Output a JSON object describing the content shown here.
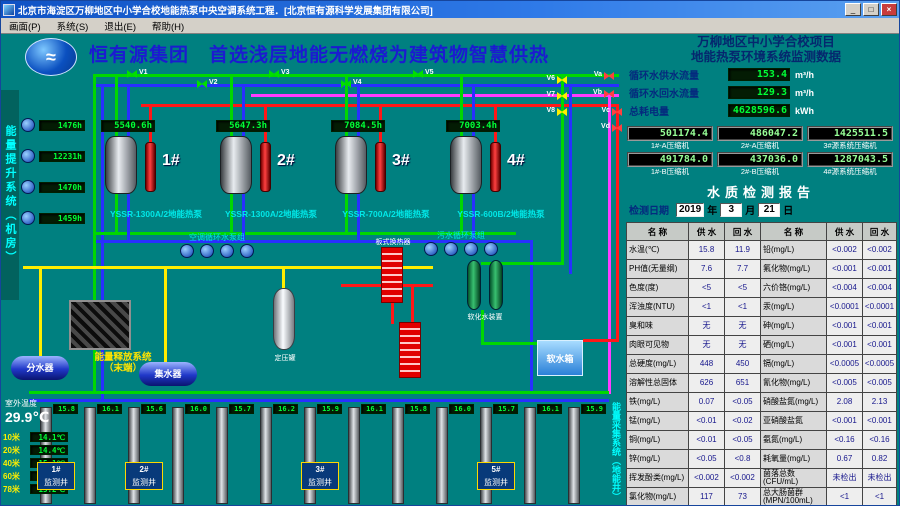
{
  "window": {
    "title": "北京市海淀区万柳地区中小学合校地能热泵中央空调系统工程．[北京恒有源科学发展集团有限公司]",
    "menu": [
      "画面(P)",
      "系统(S)",
      "退出(E)",
      "帮助(H)"
    ],
    "buttons": {
      "minimize": "_",
      "maximize": "□",
      "close": "×"
    }
  },
  "header": {
    "company": "恒有源集团",
    "slogan": "首选浅层地能无燃烧为建筑物智慧供热",
    "logo_glyph": "≈",
    "project_line1": "万柳地区中小学合校项目",
    "project_line2": "地能热泵环境系统监测数据"
  },
  "kpis": [
    {
      "label": "循环水供水流量",
      "value": "153.4",
      "unit": "m³/h"
    },
    {
      "label": "循环水回水流量",
      "value": "129.3",
      "unit": "m³/h"
    },
    {
      "label": "总耗电量",
      "value": "4628596.6",
      "unit": "kWh"
    }
  ],
  "energy_meters": [
    {
      "value": "501174.4",
      "label": "1#-A压缩机"
    },
    {
      "value": "486047.2",
      "label": "2#-A压缩机"
    },
    {
      "value": "1425511.5",
      "label": "3#源系统压缩机"
    },
    {
      "value": "491784.0",
      "label": "1#-B压缩机"
    },
    {
      "value": "437036.0",
      "label": "2#-B压缩机"
    },
    {
      "value": "1287043.5",
      "label": "4#源系统压缩机"
    }
  ],
  "units": [
    {
      "id": "1#",
      "model": "YSSR-1300A/2地能热泵",
      "hours": "5540.6h"
    },
    {
      "id": "2#",
      "model": "YSSR-1300A/2地能热泵",
      "hours": "5647.3h"
    },
    {
      "id": "3#",
      "model": "YSSR-700A/2地能热泵",
      "hours": "7084.5h"
    },
    {
      "id": "4#",
      "model": "YSSR-600B/2地能热泵",
      "hours": "7003.4h"
    }
  ],
  "left_pumps": [
    {
      "hours": "1476h"
    },
    {
      "hours": "12231h"
    },
    {
      "hours": "1470h"
    },
    {
      "hours": "1459h"
    }
  ],
  "side_labels": {
    "left_vertical": "能量提升系统（机房）",
    "right_vertical": "能量采集系统（地能井）",
    "release_line1": "能量释放系统",
    "release_line2": "（末端）"
  },
  "equipment": {
    "fenshuiqi": "分水器",
    "jishuiqi": "集水器",
    "ruanshuixiang": "软水箱",
    "dingyaguan": "定压罐",
    "plate_hx": "板式换热器",
    "pump_group_left": "空调循环水泵组",
    "pump_group_right": "污水循环泵组",
    "ruanhua": "软化水装置"
  },
  "outdoor": {
    "label": "室外温度",
    "value": "29.9℃"
  },
  "ground_temps": [
    {
      "depth": "10米",
      "value": "14.1℃"
    },
    {
      "depth": "20米",
      "value": "14.4℃"
    },
    {
      "depth": "40米",
      "value": "15.1℃"
    },
    {
      "depth": "60米",
      "value": "14.6℃"
    },
    {
      "depth": "78米",
      "value": "15.2℃"
    }
  ],
  "wells": {
    "labels": [
      "1#",
      "2#",
      "3#",
      "5#"
    ],
    "suffix": "监测井",
    "temps": [
      "15.8",
      "16.1",
      "15.6",
      "16.0",
      "15.7",
      "16.2",
      "15.9",
      "16.1",
      "15.8",
      "16.0",
      "15.7",
      "16.1",
      "15.9"
    ]
  },
  "valves": [
    "V1",
    "V2",
    "V3",
    "V4",
    "V5",
    "V6",
    "V7",
    "V8",
    "Va",
    "Vb",
    "Vc",
    "Vd"
  ],
  "water_report": {
    "title": "水质检测报告",
    "date_label": "检测日期",
    "year": "2019",
    "year_suffix": "年",
    "month": "3",
    "month_suffix": "月",
    "day": "21",
    "day_suffix": "日",
    "columns": [
      "名 称",
      "供 水",
      "回 水",
      "名 称",
      "供 水",
      "回 水"
    ],
    "rows": [
      [
        "水温(℃)",
        "15.8",
        "11.9",
        "铅(mg/L)",
        "<0.002",
        "<0.002"
      ],
      [
        "PH值(无量纲)",
        "7.6",
        "7.7",
        "氟化物(mg/L)",
        "<0.001",
        "<0.001"
      ],
      [
        "色度(度)",
        "<5",
        "<5",
        "六价铬(mg/L)",
        "<0.004",
        "<0.004"
      ],
      [
        "浑浊度(NTU)",
        "<1",
        "<1",
        "汞(mg/L)",
        "<0.0001",
        "<0.0001"
      ],
      [
        "臭和味",
        "无",
        "无",
        "砷(mg/L)",
        "<0.001",
        "<0.001"
      ],
      [
        "肉眼可见物",
        "无",
        "无",
        "硒(mg/L)",
        "<0.001",
        "<0.001"
      ],
      [
        "总硬度(mg/L)",
        "448",
        "450",
        "镉(mg/L)",
        "<0.0005",
        "<0.0005"
      ],
      [
        "溶解性总固体",
        "626",
        "651",
        "氰化物(mg/L)",
        "<0.005",
        "<0.005"
      ],
      [
        "铁(mg/L)",
        "0.07",
        "<0.05",
        "硝酸盐氮(mg/L)",
        "2.08",
        "2.13"
      ],
      [
        "锰(mg/L)",
        "<0.01",
        "<0.02",
        "亚硝酸盐氮",
        "<0.001",
        "<0.001"
      ],
      [
        "铜(mg/L)",
        "<0.01",
        "<0.05",
        "氨氮(mg/L)",
        "<0.16",
        "<0.16"
      ],
      [
        "锌(mg/L)",
        "<0.05",
        "<0.8",
        "耗氧量(mg/L)",
        "0.67",
        "0.82"
      ],
      [
        "挥发酚类(mg/L)",
        "<0.002",
        "<0.002",
        "菌落总数(CFU/mL)",
        "未检出",
        "未检出"
      ],
      [
        "氯化物(mg/L)",
        "117",
        "73",
        "总大肠菌群(MPN/100mL)",
        "<1",
        "<1"
      ]
    ]
  }
}
